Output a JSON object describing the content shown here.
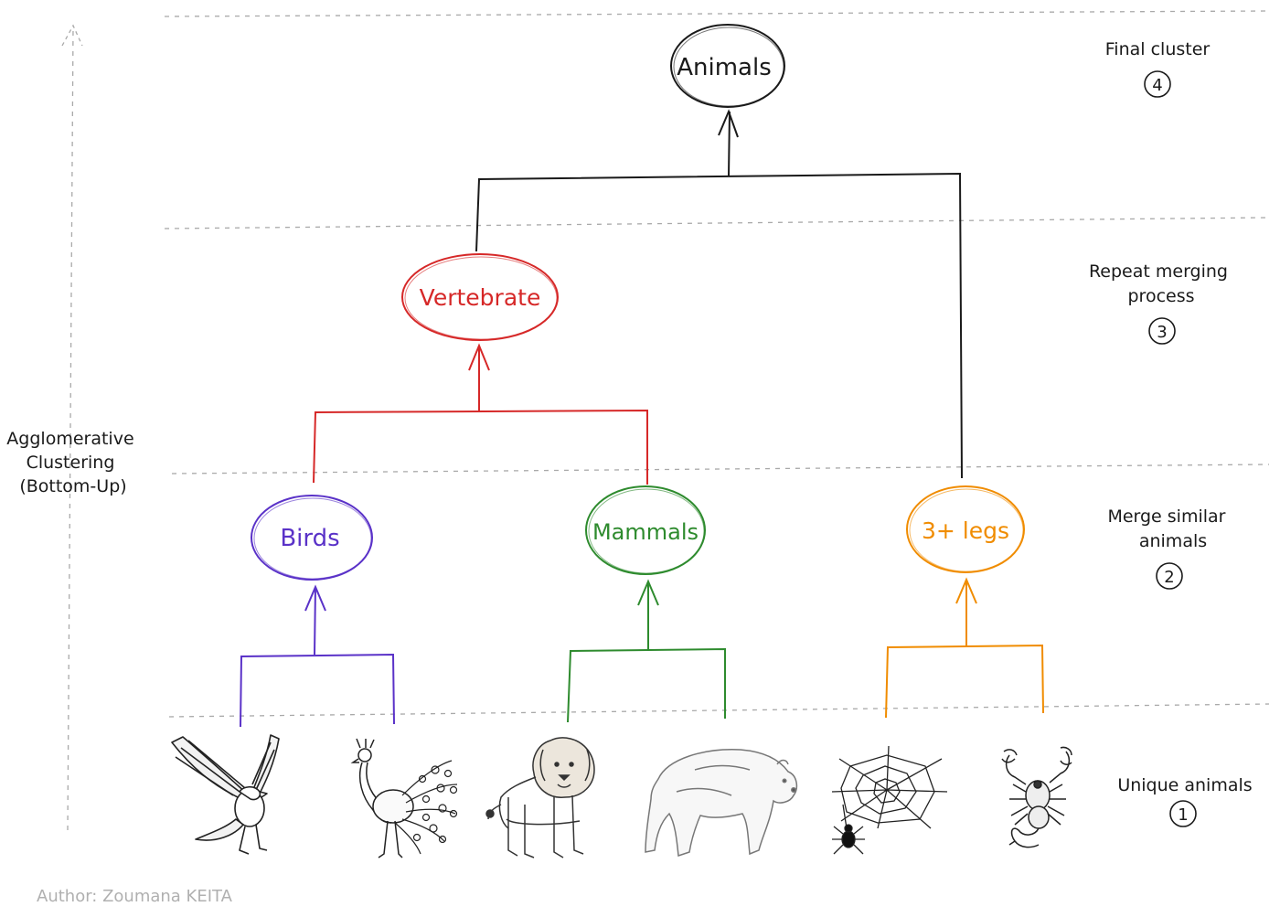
{
  "side_label": {
    "lines": [
      "Agglomerative",
      "Clustering",
      "(Bottom-Up)"
    ]
  },
  "nodes": {
    "animals": {
      "label": "Animals",
      "color": "#1a1a1a"
    },
    "vertebrate": {
      "label": "Vertebrate",
      "color": "#d62828"
    },
    "birds": {
      "label": "Birds",
      "color": "#5a32c8"
    },
    "mammals": {
      "label": "Mammals",
      "color": "#2e8b2e"
    },
    "legs": {
      "label": "3+ legs",
      "color": "#f08c00"
    }
  },
  "steps": [
    {
      "lines": [
        "Final cluster"
      ],
      "number": "4"
    },
    {
      "lines": [
        "Repeat merging",
        "process"
      ],
      "number": "3"
    },
    {
      "lines": [
        "Merge similar",
        "animals"
      ],
      "number": "2"
    },
    {
      "lines": [
        "Unique animals"
      ],
      "number": "1"
    }
  ],
  "animals_row": [
    "eagle-icon",
    "peacock-icon",
    "lion-icon",
    "bear-icon",
    "spider-web-icon",
    "scorpion-icon"
  ],
  "author": "Author: Zoumana KEITA",
  "colors": {
    "divider": "#a9a9a9",
    "author_text": "#b0b0b0",
    "black": "#1a1a1a"
  }
}
